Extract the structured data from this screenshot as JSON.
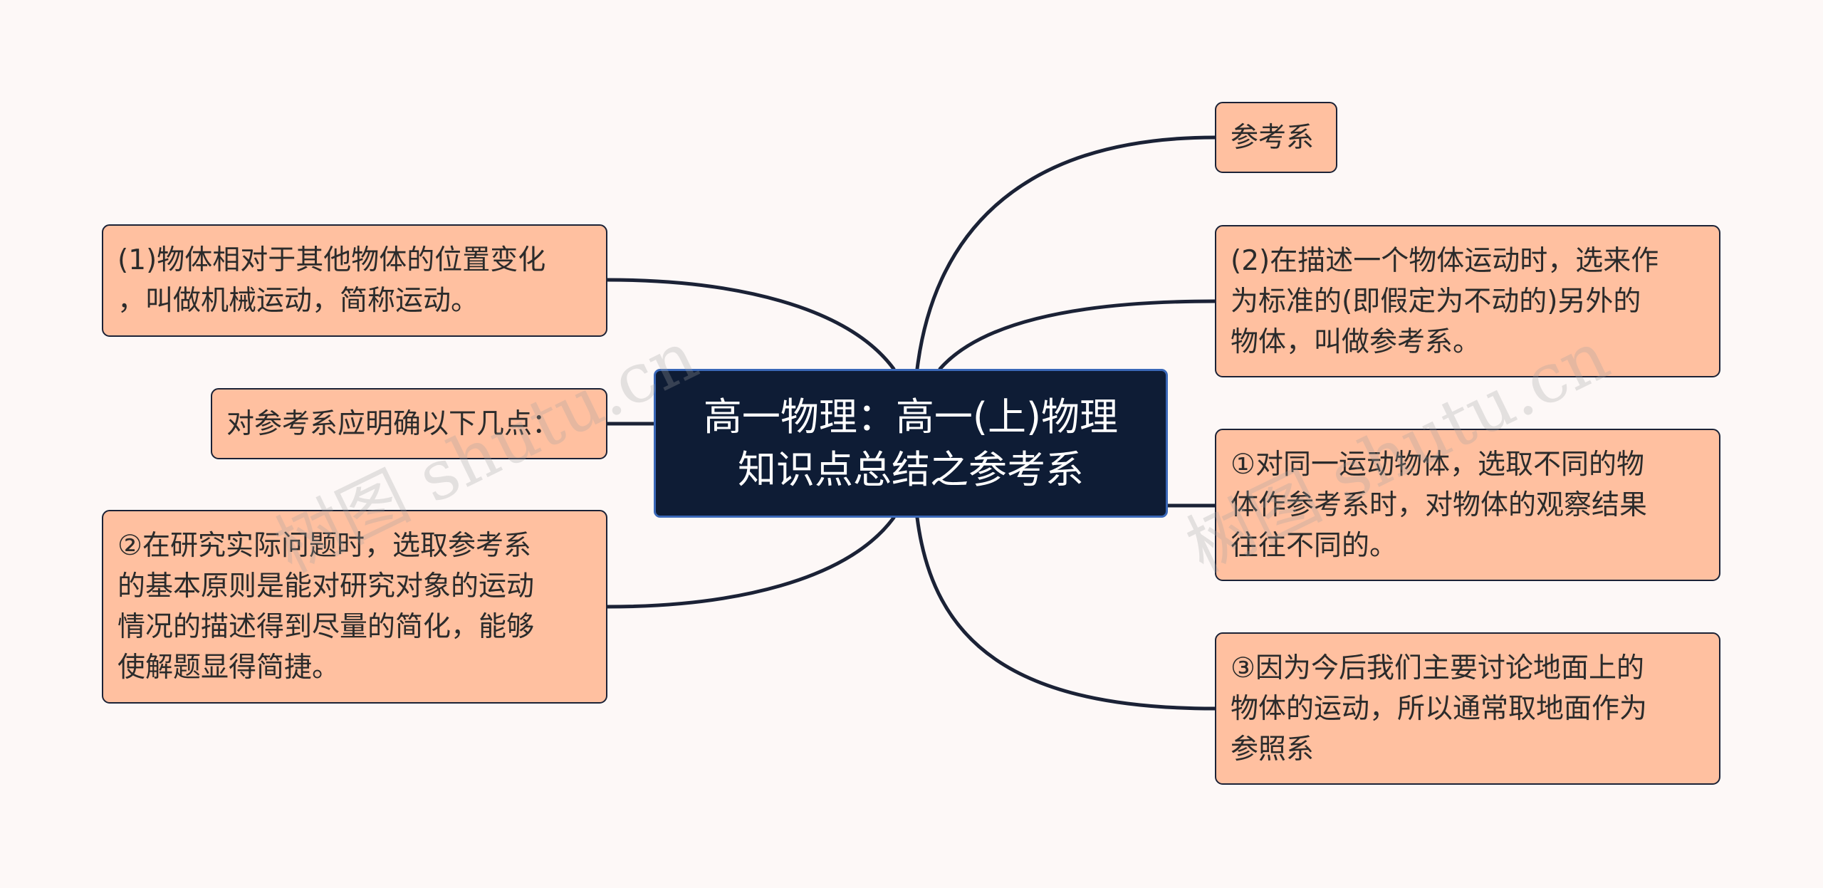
{
  "mindmap": {
    "root": {
      "text": "高一物理：高一(上)物理\n知识点总结之参考系"
    },
    "right": [
      {
        "id": "n-reference-frame",
        "text": "参考系"
      },
      {
        "id": "n-definition",
        "text": "(2)在描述一个物体运动时，选来作\n为标准的(即假定为不动的)另外的\n物体，叫做参考系。"
      },
      {
        "id": "n-point-1",
        "text": "①对同一运动物体，选取不同的物\n体作参考系时，对物体的观察结果\n往往不同的。"
      },
      {
        "id": "n-point-3",
        "text": "③因为今后我们主要讨论地面上的\n物体的运动，所以通常取地面作为\n参照系"
      }
    ],
    "left": [
      {
        "id": "n-mechanical-motion",
        "text": "(1)物体相对于其他物体的位置变化\n，叫做机械运动，简称运动。"
      },
      {
        "id": "n-points-header",
        "text": "对参考系应明确以下几点："
      },
      {
        "id": "n-point-2",
        "text": "②在研究实际问题时，选取参考系\n的基本原则是能对研究对象的运动\n情况的描述得到尽量的简化，能够\n使解题显得简捷。"
      }
    ]
  },
  "watermark": {
    "text": "树图 shutu.cn"
  },
  "colors": {
    "background": "#FDF8F7",
    "node_fill": "#FFC0A0",
    "node_border": "#1B2236",
    "root_fill": "#0E1C35",
    "root_border": "#3A68B8",
    "connector": "#1B2236"
  }
}
